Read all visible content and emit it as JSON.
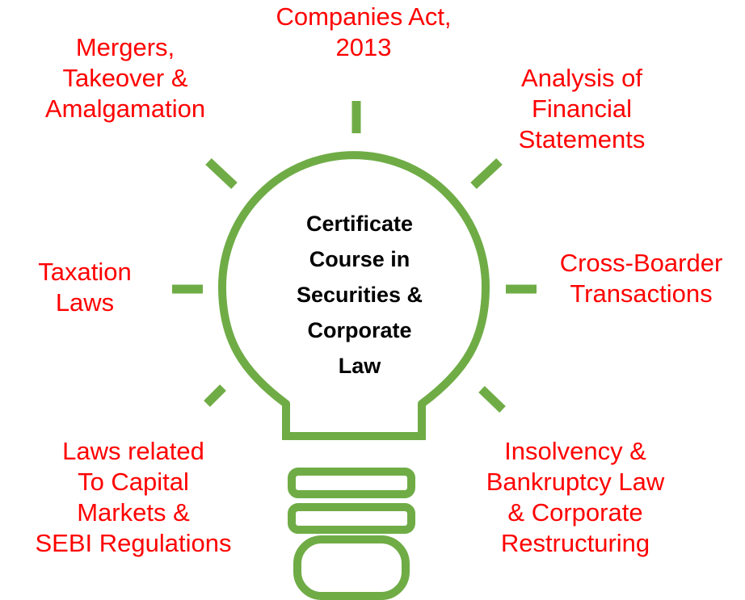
{
  "colors": {
    "bulb": "#6fac46",
    "label": "#ff0000",
    "title": "#000000"
  },
  "center": {
    "lines": [
      "Certificate",
      "Course in",
      "Securities &",
      "Corporate",
      "Law"
    ]
  },
  "topics": {
    "companies_act": [
      "Companies Act,",
      "2013"
    ],
    "mergers": [
      "Mergers,",
      "Takeover &",
      "Amalgamation"
    ],
    "financial_statements": [
      "Analysis of",
      "Financial",
      "Statements"
    ],
    "taxation": [
      "Taxation",
      "Laws"
    ],
    "cross_border": [
      "Cross-Boarder",
      "Transactions"
    ],
    "capital_markets": [
      "Laws related",
      "To Capital",
      "Markets &",
      "SEBI Regulations"
    ],
    "insolvency": [
      "Insolvency &",
      "Bankruptcy Law",
      "& Corporate",
      "Restructuring"
    ]
  }
}
